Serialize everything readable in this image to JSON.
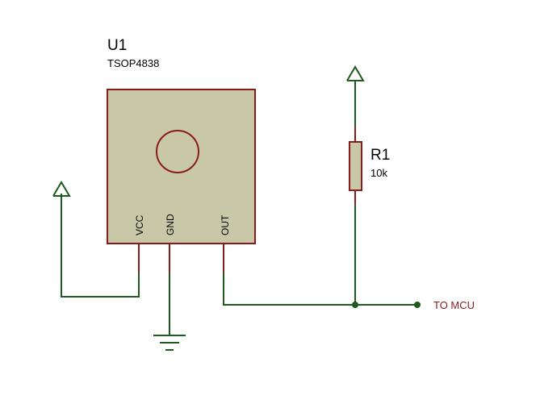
{
  "component_u1": {
    "ref": "U1",
    "part": "TSOP4838",
    "pins": {
      "vcc": "VCC",
      "gnd": "GND",
      "out": "OUT"
    }
  },
  "component_r1": {
    "ref": "R1",
    "value": "10k"
  },
  "net_label": "TO MCU",
  "colors": {
    "wire": "#1e5a1e",
    "component_outline": "#8b1a1a",
    "component_fill": "#c8c8a8",
    "net_label": "#8b1a1a"
  }
}
